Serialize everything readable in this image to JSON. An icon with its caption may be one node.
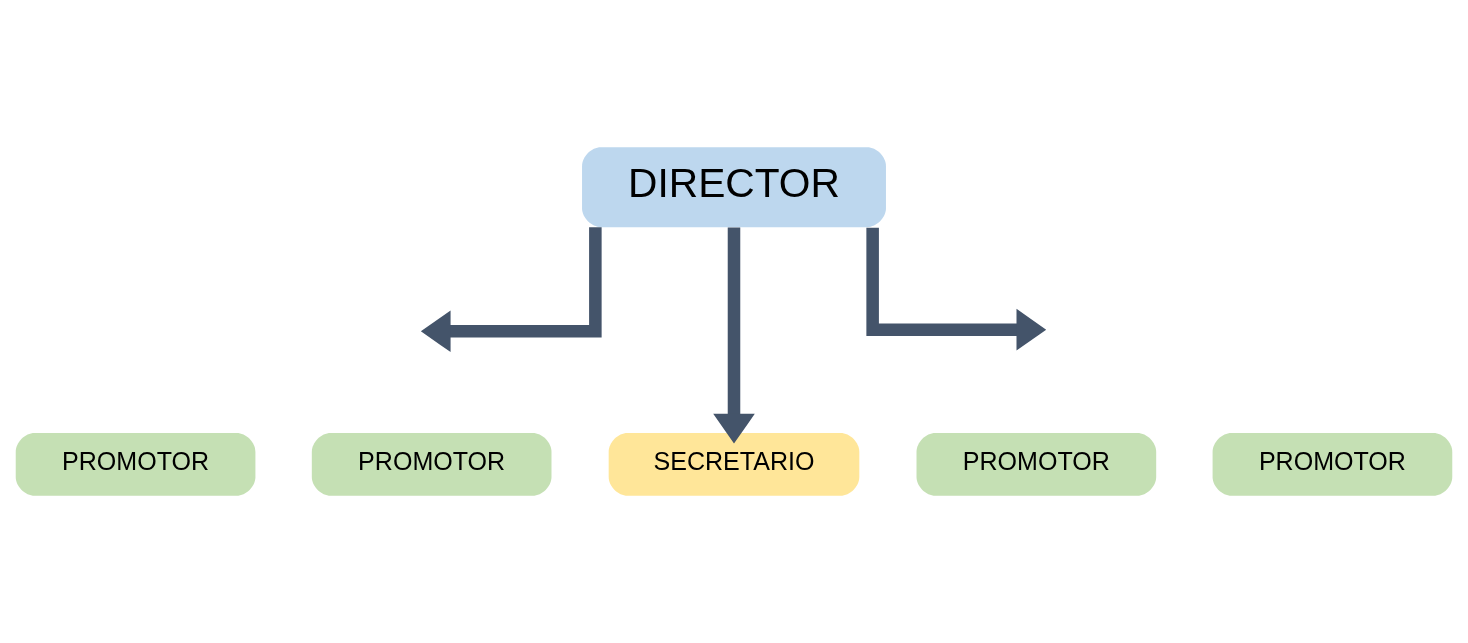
{
  "diagram": {
    "nodes": [
      {
        "text": [
          "DIRECTOR"
        ]
      },
      {
        "text": [
          "PROMOTOR"
        ]
      },
      {
        "text": [
          "PROMOTOR"
        ]
      },
      {
        "text": [
          "PROMOTOR"
        ]
      },
      {
        "text": [
          "PROMOTOR"
        ]
      },
      {
        "text": [
          "SECRETARIO"
        ]
      }
    ],
    "edges": [
      {
        "from": 0,
        "to": null,
        "arrow": "to"
      },
      {
        "from": 0,
        "to": 5,
        "arrow": "to"
      },
      {
        "from": 0,
        "to": null,
        "arrow": "to"
      }
    ]
  }
}
